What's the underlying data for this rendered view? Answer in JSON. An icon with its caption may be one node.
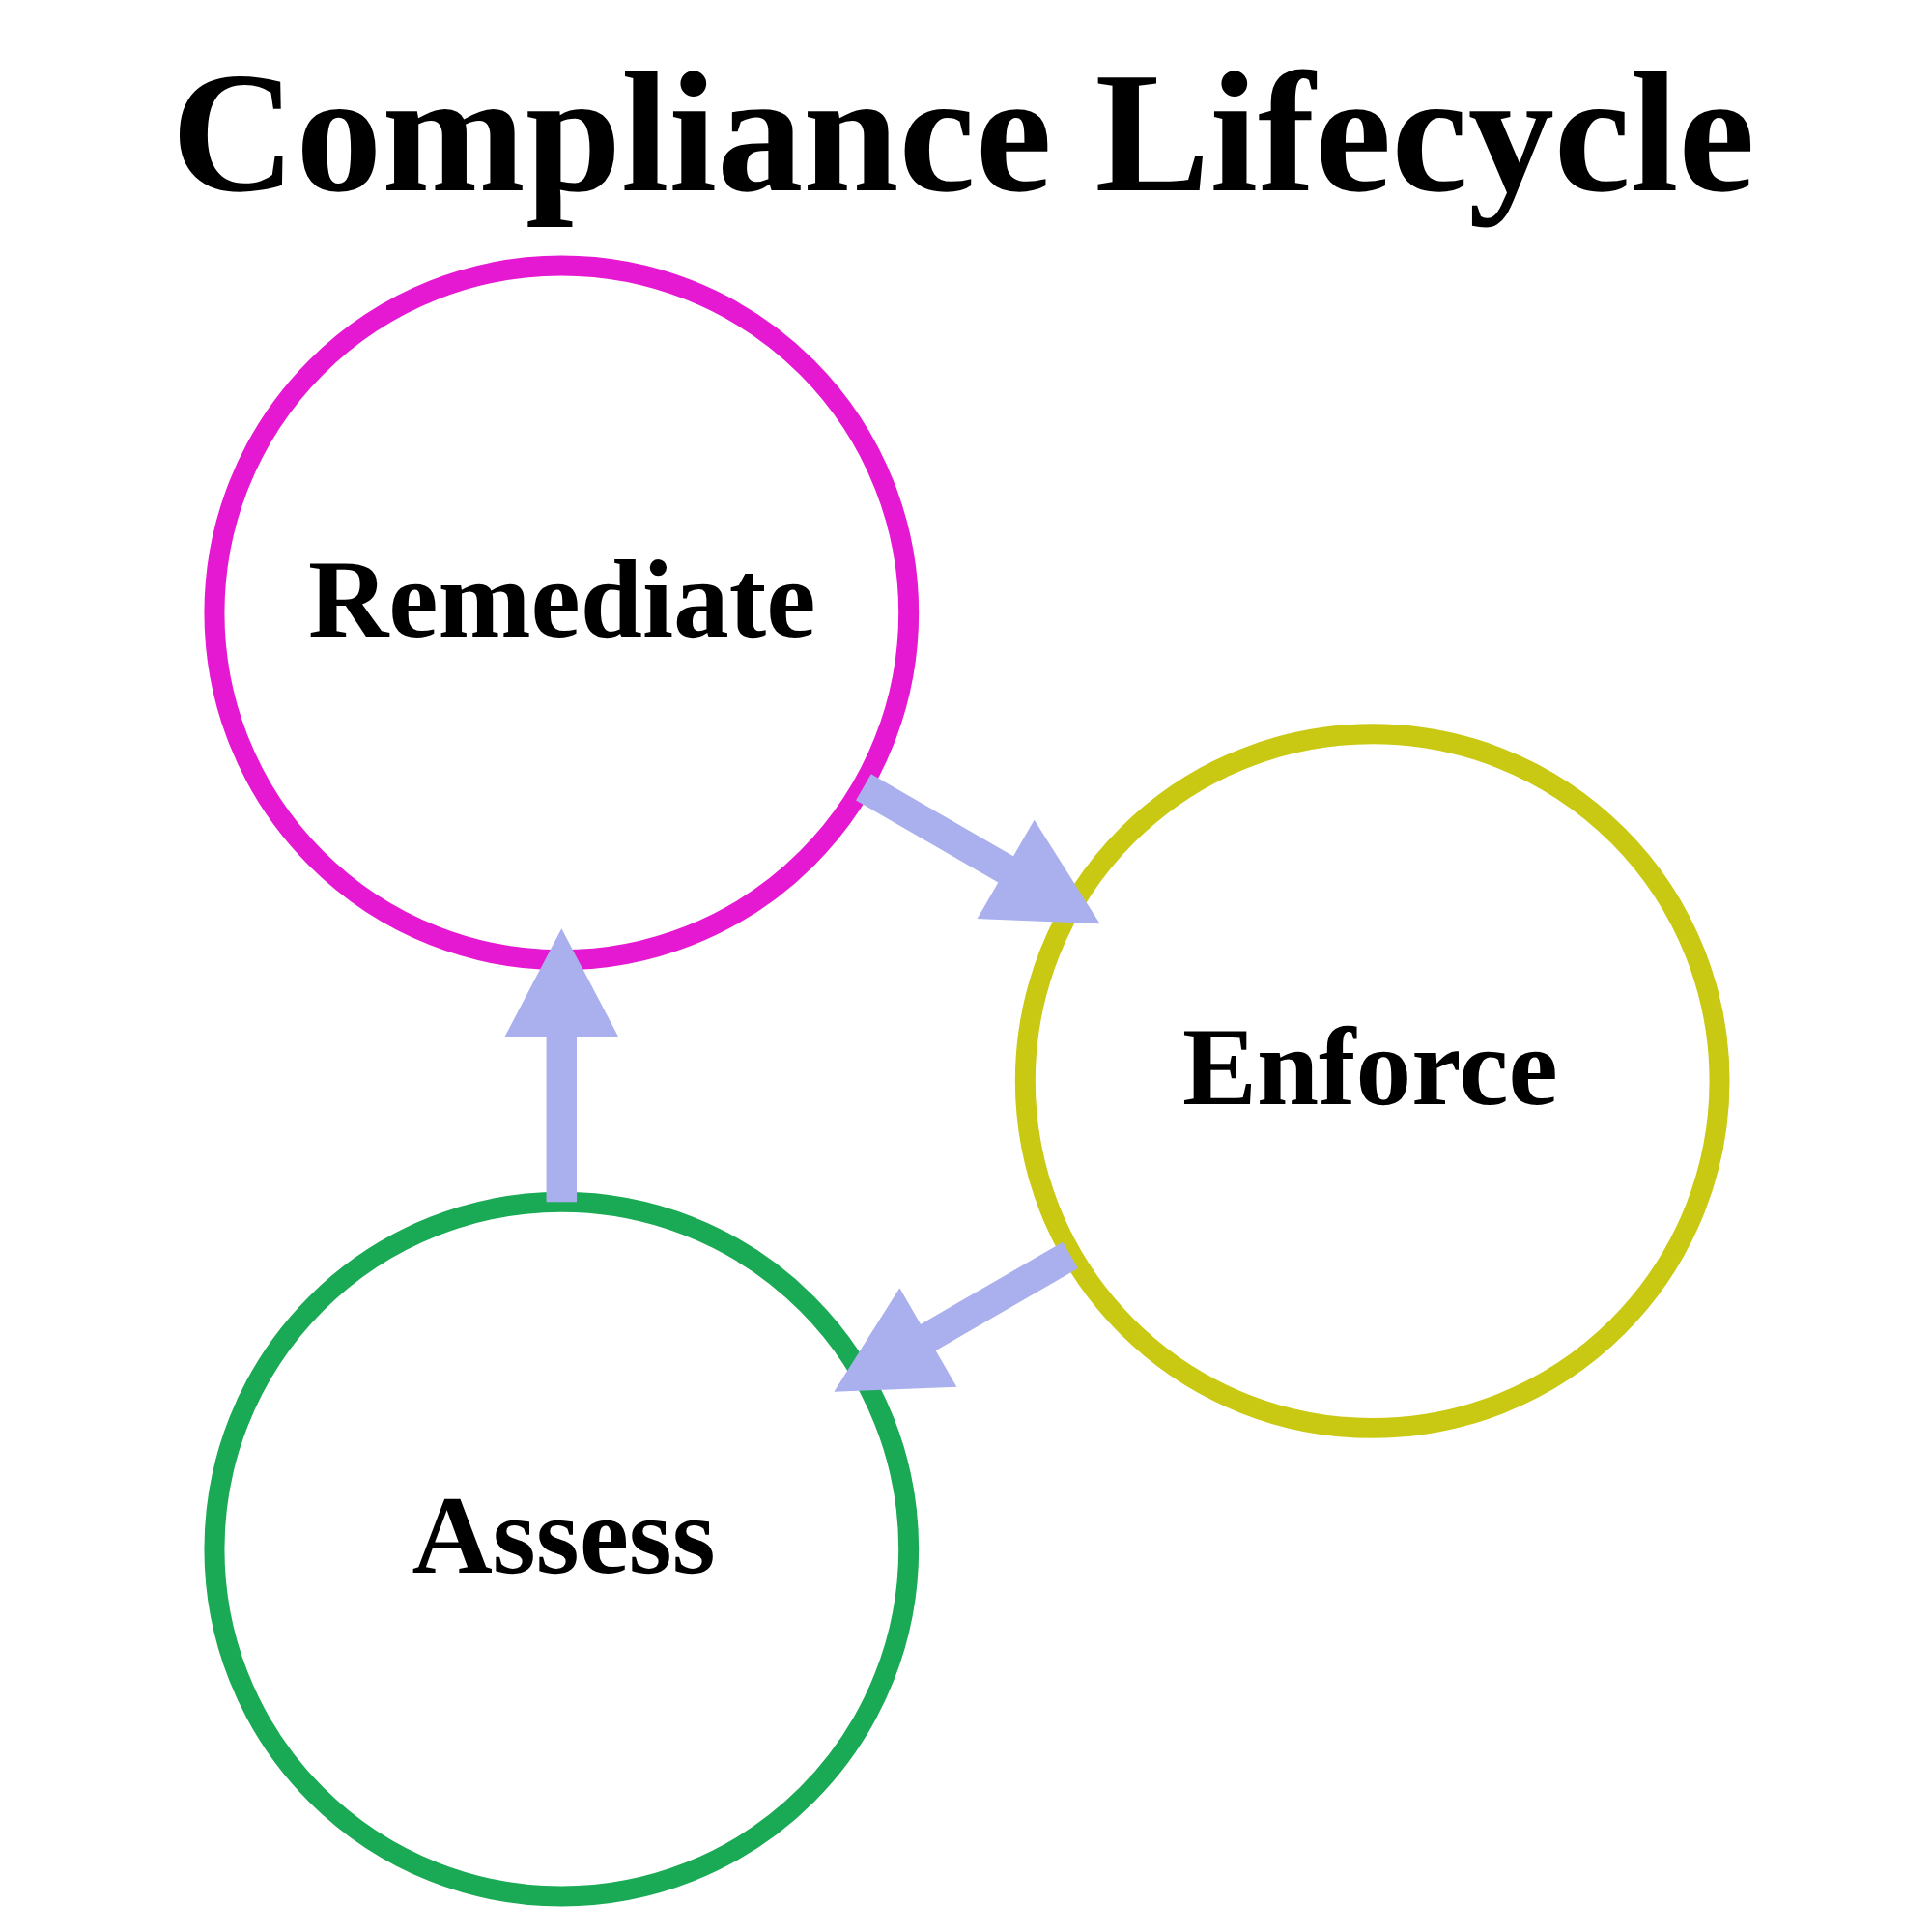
{
  "diagram": {
    "title": "Compliance Lifecycle",
    "nodes": [
      {
        "text": [
          "Assess"
        ]
      },
      {
        "text": [
          "Remediate"
        ]
      },
      {
        "text": [
          "Enforce"
        ]
      }
    ],
    "edges": [
      {
        "from": 0,
        "to": 1,
        "arrow": "to"
      },
      {
        "from": 1,
        "to": 2,
        "arrow": "to"
      },
      {
        "from": 2,
        "to": 0,
        "arrow": "to"
      }
    ]
  }
}
